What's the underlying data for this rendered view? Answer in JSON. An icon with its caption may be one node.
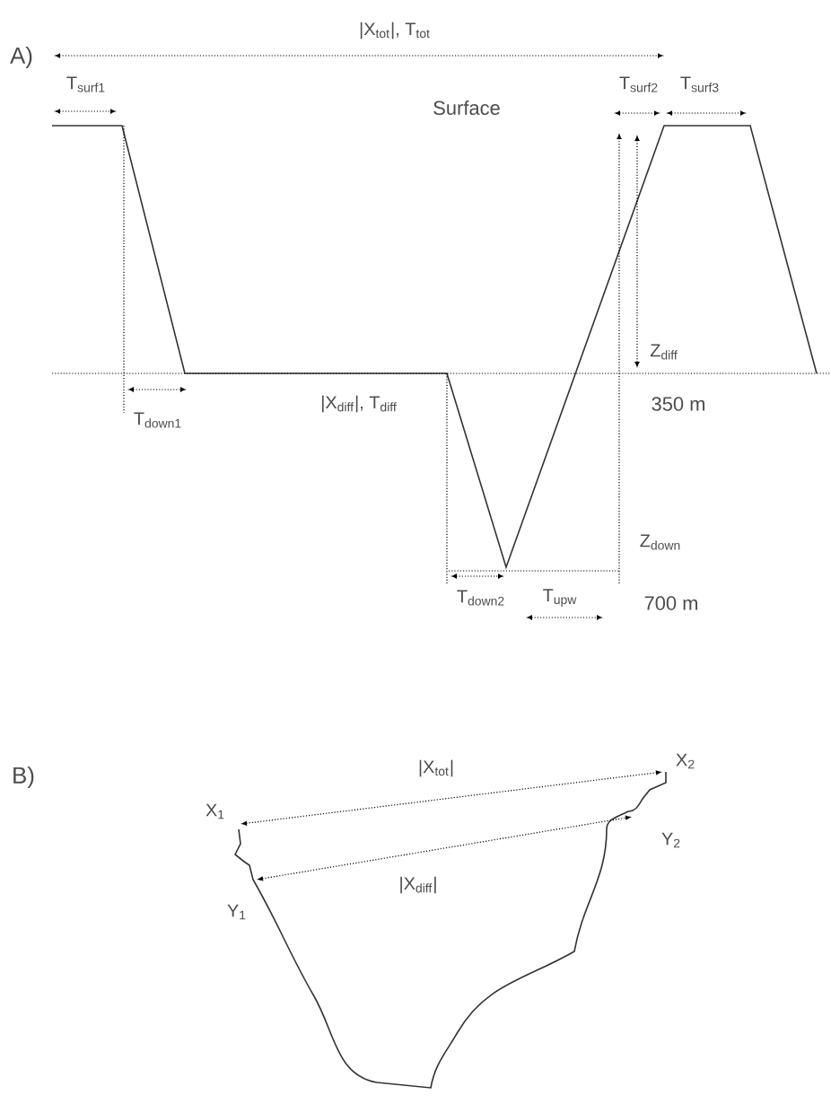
{
  "diagram": {
    "labels": [
      "A)",
      "|X$_{tot}$|, T$_{tot}$",
      "T$_{surf1}$",
      "Surface",
      "T$_{surf2}$",
      "T$_{surf3}$",
      "Z$_{diff}$",
      "T$_{down1}$",
      "|X$_{diff}$|, T$_{diff}$",
      "350 m",
      "Z$_{down}$",
      "T$_{down2}$",
      "T$_{upw}$",
      "700 m",
      "B)",
      "|X$_{tot}$|",
      "X$_{2}$",
      "X$_{1}$",
      "Y$_{2}$",
      "|X$_{diff}$|",
      "Y$_{1}$"
    ]
  }
}
